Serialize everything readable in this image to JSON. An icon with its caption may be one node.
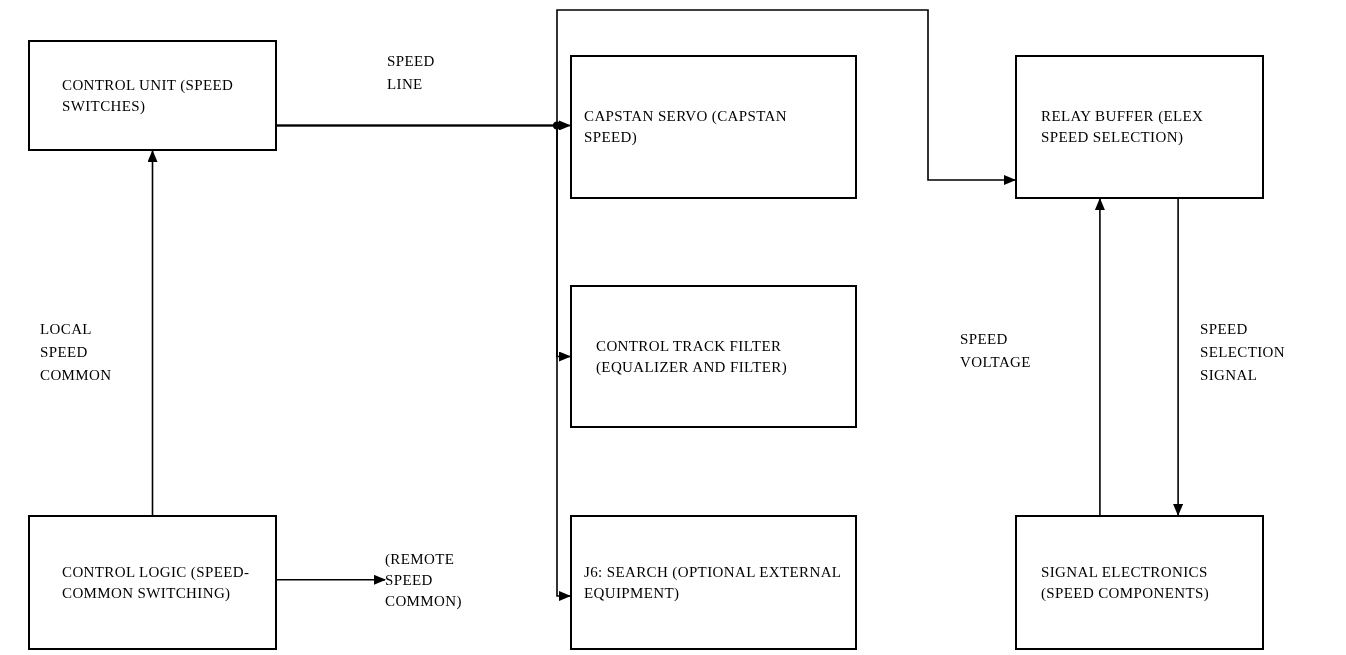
{
  "diagram": {
    "nodes": [
      {
        "text": [
          "CONTROL UNIT (SPEED SWITCHES)"
        ]
      },
      {
        "text": [
          "CAPSTAN SERVO (CAPSTAN SPEED)"
        ]
      },
      {
        "text": [
          "RELAY BUFFER (ELEX SPEED SELECTION)"
        ]
      },
      {
        "text": [
          "CONTROL TRACK FILTER (EQUALIZER AND FILTER)"
        ]
      },
      {
        "text": [
          "CONTROL LOGIC (SPEED-COMMON SWITCHING)"
        ]
      },
      {
        "text": [
          "J6: SEARCH (OPTIONAL EXTERNAL EQUIPMENT)"
        ]
      },
      {
        "text": [
          "SIGNAL ELECTRONICS (SPEED COMPONENTS)"
        ]
      },
      {
        "text": [
          "(REMOTE SPEED COMMON)"
        ]
      }
    ],
    "edges": [
      {
        "from": 0,
        "to": 1,
        "arrow": "to",
        "label": "SPEED LINE"
      },
      {
        "from": 0,
        "to": 2,
        "arrow": "to"
      },
      {
        "from": 0,
        "to": 3,
        "arrow": "to"
      },
      {
        "from": 0,
        "to": 5,
        "arrow": "to"
      },
      {
        "from": 4,
        "to": 0,
        "arrow": "to",
        "label": "LOCAL SPEED COMMON"
      },
      {
        "from": 4,
        "to": 7,
        "arrow": "to"
      },
      {
        "from": 6,
        "to": 2,
        "arrow": "to",
        "label": "SPEED VOLTAGE"
      },
      {
        "from": 2,
        "to": 6,
        "arrow": "to",
        "label": "SPEED SELECTION SIGNAL"
      }
    ]
  }
}
